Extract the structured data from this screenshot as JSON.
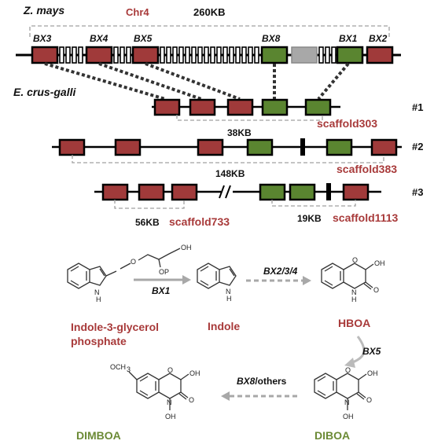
{
  "zmays": {
    "species": "Z. mays",
    "chromosome": "Chr4",
    "span": "260KB",
    "genes": [
      "BX3",
      "BX4",
      "BX5",
      "BX8",
      "BX1",
      "BX2"
    ]
  },
  "ecrus": {
    "species": "E. crus-galli",
    "scaffolds": [
      {
        "id": "#1",
        "name": "scaffold303",
        "span": "38KB"
      },
      {
        "id": "#2",
        "name": "scaffold383",
        "span": "148KB"
      },
      {
        "id": "#3",
        "name_a": "scaffold733",
        "span_a": "56KB",
        "name_b": "scaffold1113",
        "span_b": "19KB"
      }
    ]
  },
  "pathway": {
    "compounds": {
      "igp": [
        "Indole-3-glycerol",
        "phosphate"
      ],
      "indole": "Indole",
      "hboa": "HBOA",
      "diboa": "DIBOA",
      "dimboa": "DIMBOA"
    },
    "enzymes": {
      "step1": "BX1",
      "step2": "BX2/3/4",
      "step3": "BX5",
      "step4_italic": "BX8",
      "step4_rest": "/others"
    }
  },
  "colors": {
    "red_gene": "#a03a3a",
    "green_gene": "#5a8530",
    "grey_gene": "#a8a8a8",
    "label_red": "#a83a3a",
    "label_green": "#6b8a35"
  }
}
